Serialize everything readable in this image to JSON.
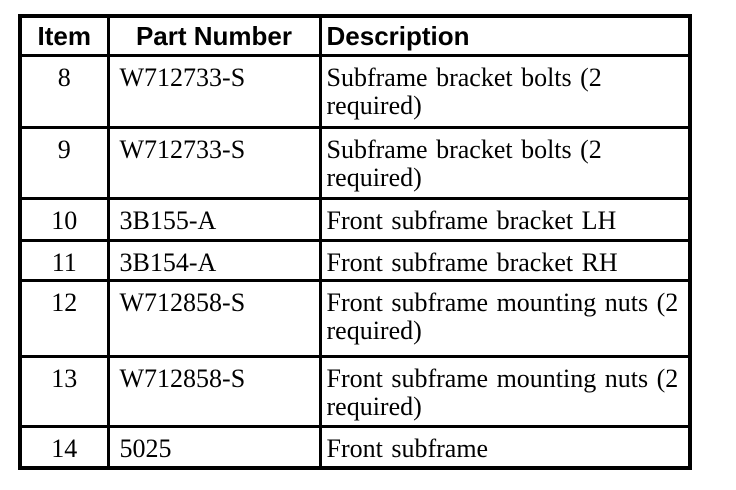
{
  "colors": {
    "background": "#ffffff",
    "border": "#000000",
    "text": "#000000"
  },
  "table": {
    "columns": [
      "Item",
      "Part Number",
      "Description"
    ],
    "rows": [
      {
        "item": "8",
        "part_number": "W712733-S",
        "description": "Subframe bracket bolts (2 required)"
      },
      {
        "item": "9",
        "part_number": "W712733-S",
        "description": "Subframe bracket bolts (2 required)"
      },
      {
        "item": "10",
        "part_number": "3B155-A",
        "description": "Front subframe bracket LH"
      },
      {
        "item": "11",
        "part_number": "3B154-A",
        "description": "Front subframe bracket RH"
      },
      {
        "item": "12",
        "part_number": "W712858-S",
        "description": "Front subframe mounting nuts (2 required)"
      },
      {
        "item": "13",
        "part_number": "W712858-S",
        "description": "Front subframe mounting nuts (2 required)"
      },
      {
        "item": "14",
        "part_number": "5025",
        "description": "Front subframe"
      }
    ]
  }
}
